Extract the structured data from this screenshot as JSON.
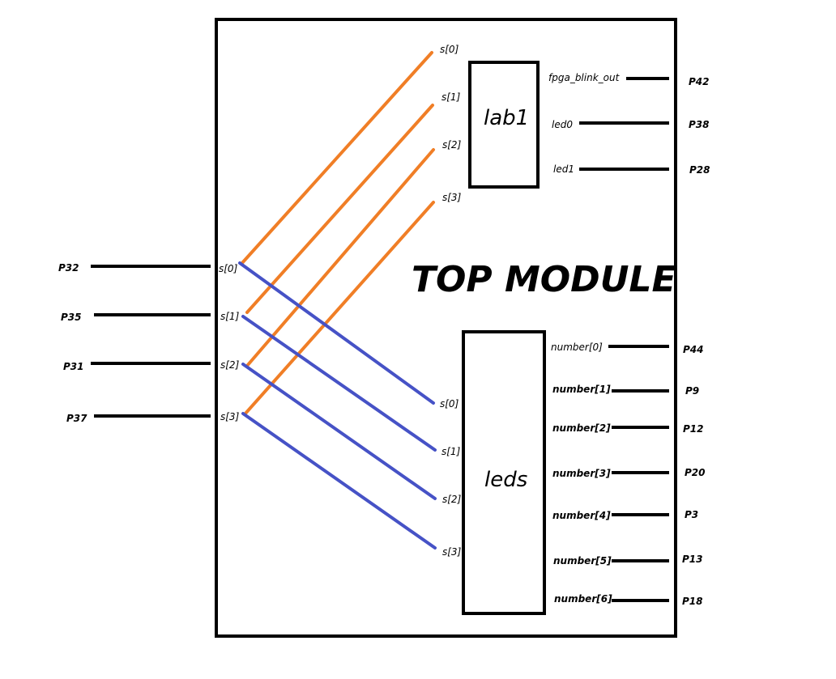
{
  "top": {
    "title": "TOP MODULE"
  },
  "lab1": {
    "name": "lab1",
    "inputs": [
      "s[0]",
      "s[1]",
      "s[2]",
      "s[3]"
    ],
    "outputs": [
      "fpga_blink_out",
      "led0",
      "led1"
    ],
    "output_pins": [
      "P42",
      "P38",
      "P28"
    ]
  },
  "leds": {
    "name": "leds",
    "inputs": [
      "s[0]",
      "s[1]",
      "s[2]",
      "s[3]"
    ],
    "outputs": [
      "number[0]",
      "number[1]",
      "number[2]",
      "number[3]",
      "number[4]",
      "number[5]",
      "number[6]"
    ],
    "output_pins": [
      "P44",
      "P9",
      "P12",
      "P20",
      "P3",
      "P13",
      "P18"
    ]
  },
  "top_inputs": {
    "labels": [
      "s[0]",
      "s[1]",
      "s[2]",
      "s[3]"
    ],
    "pins": [
      "P32",
      "P35",
      "P31",
      "P37"
    ]
  },
  "colors": {
    "border": "#000000",
    "to_lab1": "#f07e26",
    "to_leds": "#4652c6"
  }
}
